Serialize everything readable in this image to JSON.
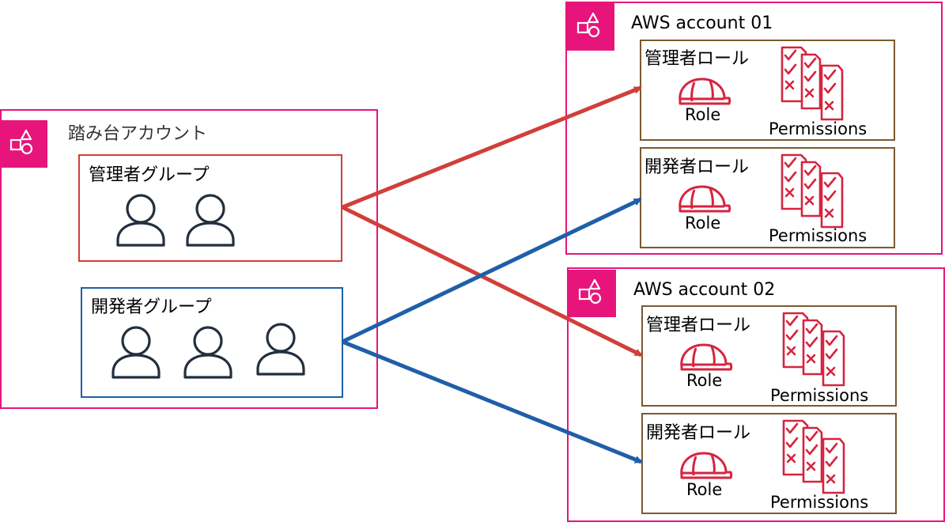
{
  "bastion": {
    "title": "踏み台アカウント",
    "admin_group": {
      "label": "管理者グループ",
      "users": 2
    },
    "dev_group": {
      "label": "開発者グループ",
      "users": 3
    }
  },
  "accounts": [
    {
      "title": "AWS account 01",
      "roles": [
        {
          "title": "管理者ロール",
          "role_label": "Role",
          "perm_label": "Permissions"
        },
        {
          "title": "開発者ロール",
          "role_label": "Role",
          "perm_label": "Permissions"
        }
      ]
    },
    {
      "title": "AWS account 02",
      "roles": [
        {
          "title": "管理者ロール",
          "role_label": "Role",
          "perm_label": "Permissions"
        },
        {
          "title": "開発者ロール",
          "role_label": "Role",
          "perm_label": "Permissions"
        }
      ]
    }
  ],
  "colors": {
    "account_border": "#e7157b",
    "admin": "#d13f3a",
    "dev": "#1f5fa8",
    "role_box": "#7a5a2e",
    "icon_red": "#d6243f"
  },
  "icons": {
    "account": "aws-account-icon",
    "user": "user-icon",
    "role": "iam-role-helmet-icon",
    "permissions": "permissions-checklist-icon"
  }
}
